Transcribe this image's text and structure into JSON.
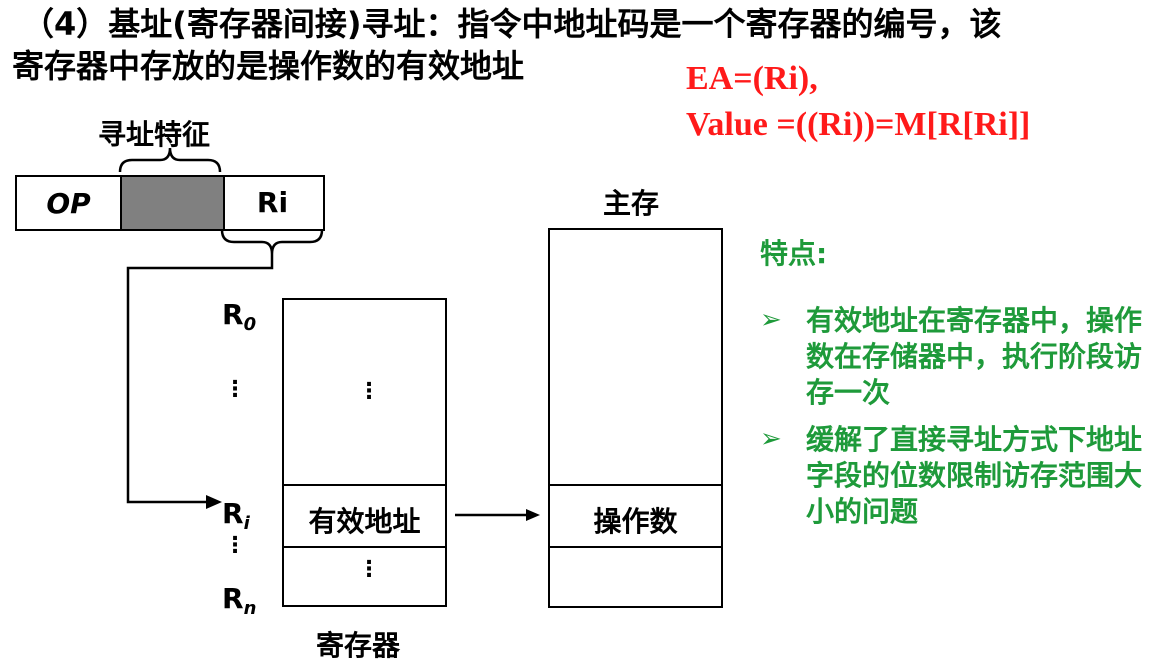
{
  "heading": {
    "line1": "（4）基址(寄存器间接)寻址：指令中地址码是一个寄存器的编号，该",
    "line2": "寄存器中存放的是操作数的有效地址"
  },
  "formulas": {
    "ea": "EA=(Ri),",
    "value": "Value =((Ri))=M[R[Ri]]"
  },
  "instruction": {
    "feature_label": "寻址特征",
    "op": "OP",
    "ri": "Ri"
  },
  "registers": {
    "r0_base": "R",
    "r0_sub": "0",
    "ri_base": "R",
    "ri_sub": "i",
    "rn_base": "R",
    "rn_sub": "n",
    "dots": "⋮",
    "highlight_cell": "有效地址",
    "caption": "寄存器"
  },
  "memory": {
    "caption": "主存",
    "operand_cell": "操作数"
  },
  "features": {
    "heading": "特点:",
    "bullet_icon": "➢",
    "items": [
      "有效地址在寄存器中，操作数在存储器中，执行阶段访存一次",
      "缓解了直接寻址方式下地址字段的位数限制访存范围大小的问题"
    ]
  },
  "colors": {
    "formula": "#ff1a1a",
    "feature_text": "#1e9a3a",
    "shaded_field": "#808080"
  }
}
